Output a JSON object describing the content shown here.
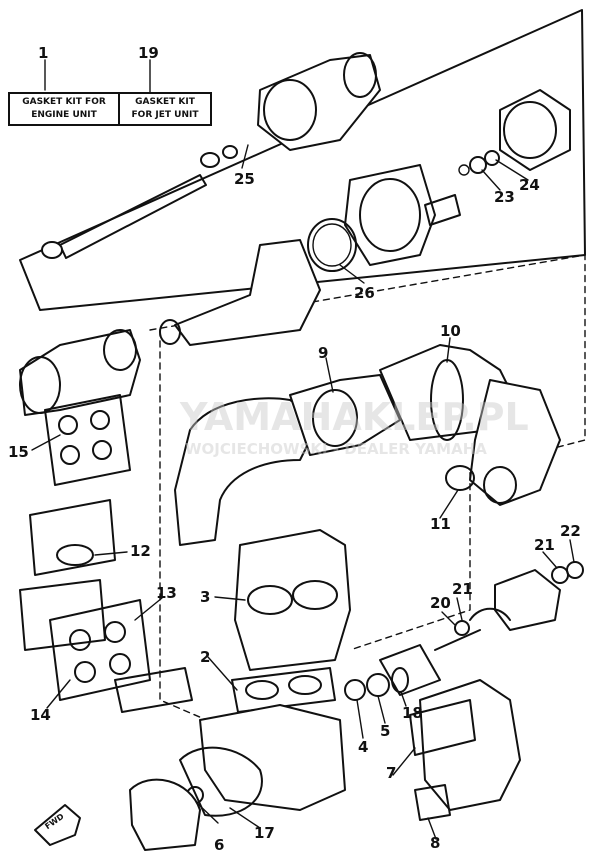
{
  "kits": {
    "engine": "GASKET KIT FOR ENGINE UNIT",
    "engine_line1": "GASKET KIT FOR",
    "engine_line2": "ENGINE UNIT",
    "jet_line1": "GASKET KIT",
    "jet_line2": "FOR JET UNIT"
  },
  "callouts": {
    "c1": "1",
    "c2": "2",
    "c3": "3",
    "c5": "5",
    "c6": "6",
    "c7": "7",
    "c8": "8",
    "c9": "9",
    "c10": "10",
    "c11": "11",
    "c12": "12",
    "c13": "13",
    "c14": "14",
    "c15": "15",
    "c17": "17",
    "c18": "18",
    "c19": "19",
    "c20": "20",
    "c21a": "21",
    "c21b": "21",
    "c22": "22",
    "c23": "23",
    "c24": "24",
    "c25": "25",
    "c26": "26",
    "c4": "4"
  },
  "watermark": {
    "brand": "YAMAHAKLEP.PL",
    "sub": "WOJCIECHOWSKI - DEALER YAMAHA"
  },
  "arrow_label": "FWD"
}
